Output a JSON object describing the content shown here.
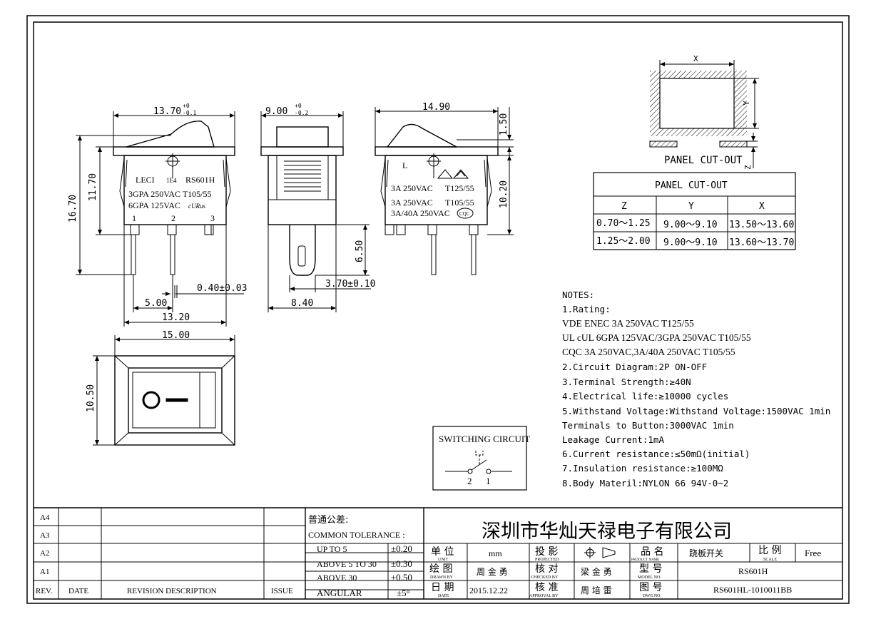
{
  "dimensions": {
    "front_width": "13.70",
    "front_width_tol_upper": "+0",
    "front_width_tol_lower": "-0.1",
    "side_width": "9.00",
    "side_width_tol_upper": "+0",
    "side_width_tol_lower": "-0.2",
    "back_width": "14.90",
    "overall_height": "16.70",
    "body_height": "11.70",
    "rocker_height": "1.50",
    "back_body_height": "10.20",
    "pin_length": "6.50",
    "pin_thickness": "0.40±0.03",
    "pin_pitch": "5.00",
    "pin_span": "13.20",
    "side_depth": "8.40",
    "stem_width": "3.70±0.10",
    "bezel_width": "15.00",
    "bezel_height": "10.50"
  },
  "front_labels": {
    "brand": "LECI",
    "code": "1E4",
    "model": "RS601H",
    "rating1": "3GPA 250VAC  T105/55",
    "rating2": "6GPA 125VAC",
    "ul_mark": "cURus",
    "pin1": "1",
    "pin2": "2",
    "pin3": "3"
  },
  "back_labels": {
    "letter": "L",
    "rating1": "3A 250VAC",
    "rating1_temp": "T125/55",
    "rating2": "3A 250VAC",
    "rating2_temp": "T105/55",
    "rating3": "3A/40A 250VAC",
    "cqc_mark": "CQC"
  },
  "rocker_symbols": {
    "off": "O",
    "on": "—"
  },
  "panel_cutout": {
    "caption": "PANEL CUT-OUT",
    "label_x": "X",
    "label_y": "Y",
    "label_z": "Z",
    "table_title": "PANEL CUT-OUT",
    "headers": [
      "Z",
      "Y",
      "X"
    ],
    "rows": [
      [
        "0.70～1.25",
        "9.00～9.10",
        "13.50～13.60"
      ],
      [
        "1.25～2.00",
        "9.00～9.10",
        "13.60～13.70"
      ]
    ]
  },
  "switching_circuit": {
    "title": "SWITCHING CIRCUIT",
    "pin_left": "2",
    "pin_right": "1"
  },
  "notes": [
    "NOTES:",
    "1.Rating:",
    " VDE ENEC 3A 250VAC T125/55",
    " UL cUL 6GPA 125VAC/3GPA 250VAC T105/55",
    " CQC 3A 250VAC,3A/40A 250VAC T105/55",
    "2.Circuit Diagram:2P  ON-OFF",
    "3.Terminal Strength:≥40N",
    "4.Electrical life:≥10000 cycles",
    "5.Withstand Voltage:Withstand Voltage:1500VAC 1min",
    "                    Terminals to Button:3000VAC 1min",
    "                    Leakage Current:1mA",
    "6.Current resistance:≤50mΩ(initial)",
    "7.Insulation resistance:≥100MΩ",
    "8.Body Materil:NYLON 66 94V-0~2"
  ],
  "revision_block": {
    "rows": [
      "A4",
      "A3",
      "A2",
      "A1"
    ],
    "headers": [
      "REV.",
      "DATE",
      "REVISION DESCRIPTION",
      "ISSUE"
    ]
  },
  "tolerance": {
    "title_cn": "普通公差:",
    "title_en": "COMMON TOLERANCE :",
    "rows": [
      [
        "UP TO 5",
        "±0.20"
      ],
      [
        "ABOVE 5 TO 30",
        "±0.30"
      ],
      [
        "ABOVE 30",
        "±0.50"
      ],
      [
        "ANGULAR",
        "±5°"
      ]
    ]
  },
  "title_block": {
    "company": "深圳市华灿天禄电子有限公司",
    "unit_cn": "单 位",
    "unit_en": "UNIT",
    "unit_value": "mm",
    "projected_cn": "投 影",
    "projected_en": "PROJECTED",
    "product_cn": "品 名",
    "product_en": "PRODUCT NAME",
    "product_value": "跷板开关",
    "scale_cn": "比 例",
    "scale_en": "SCALE",
    "scale_value": "Free",
    "drawn_cn": "绘 图",
    "drawn_en": "DRAWN BY",
    "drawn_value": "周 金 勇",
    "checked_cn": "核 对",
    "checked_en": "CHECKED BY",
    "checked_value": "梁 金 勇",
    "model_cn": "型 号",
    "model_en": "MODEL NO.",
    "model_value": "RS601H",
    "date_cn": "日 期",
    "date_en": "DATE",
    "date_value": "2015.12.22",
    "approval_cn": "核 准",
    "approval_en": "APPROVAL BY",
    "approval_value": "周 培 雷",
    "dwg_cn": "图 号",
    "dwg_en": "DWG NO.",
    "dwg_value": "RS601HL-1010011BB"
  }
}
